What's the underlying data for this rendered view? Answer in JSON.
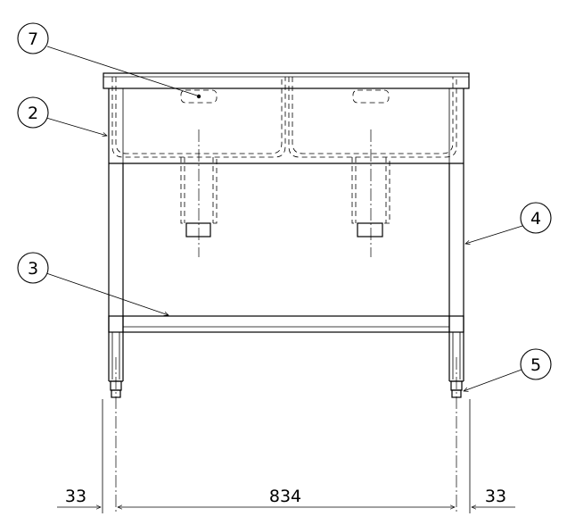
{
  "callouts": {
    "c7": "7",
    "c2": "2",
    "c3": "3",
    "c4": "4",
    "c5": "5"
  },
  "dimensions": {
    "left": "33",
    "middle": "834",
    "right": "33"
  }
}
